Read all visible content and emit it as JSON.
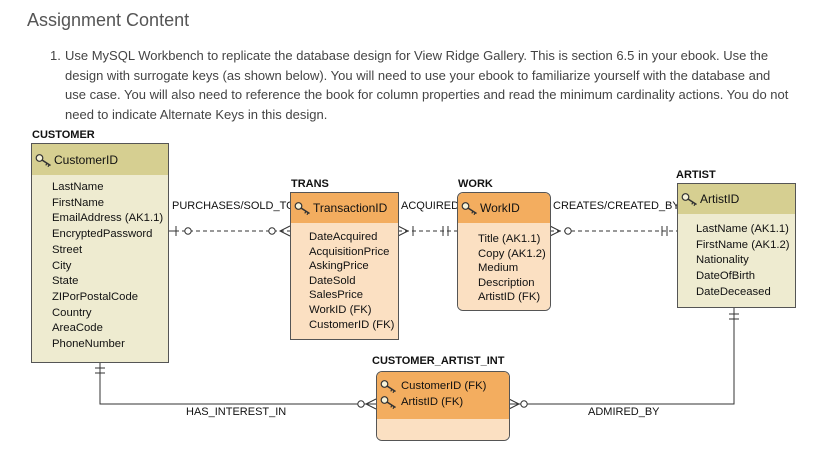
{
  "page": {
    "heading": "Assignment Content",
    "instruction_number": "1.",
    "instruction_text": "Use MySQL Workbench to replicate the database design for View Ridge Gallery. This is section 6.5 in your ebook. Use the design with surrogate keys (as shown below). You will need to use your ebook to familiarize yourself with the database and use case. You will also need to reference the book for column properties and read the minimum cardinality actions. You do not need to indicate Alternate Keys in this design."
  },
  "diagram": {
    "entities": {
      "customer": {
        "name": "CUSTOMER",
        "pk": "CustomerID",
        "attributes": [
          "LastName",
          "FirstName",
          "EmailAddress (AK1.1)",
          "EncryptedPassword",
          "Street",
          "City",
          "State",
          "ZIPorPostalCode",
          "Country",
          "AreaCode",
          "PhoneNumber"
        ]
      },
      "trans": {
        "name": "TRANS",
        "pk": "TransactionID",
        "attributes": [
          "DateAcquired",
          "AcquisitionPrice",
          "AskingPrice",
          "DateSold",
          "SalesPrice",
          "WorkID (FK)",
          "CustomerID (FK)"
        ]
      },
      "work": {
        "name": "WORK",
        "pk": "WorkID",
        "attributes": [
          "Title (AK1.1)",
          "Copy (AK1.2)",
          "Medium",
          "Description",
          "ArtistID (FK)"
        ]
      },
      "artist": {
        "name": "ARTIST",
        "pk": "ArtistID",
        "attributes": [
          "LastName (AK1.1)",
          "FirstName (AK1.2)",
          "Nationality",
          "DateOfBirth",
          "DateDeceased"
        ]
      },
      "customer_artist_int": {
        "name": "CUSTOMER_ARTIST_INT",
        "pk_lines": [
          "CustomerID (FK)",
          "ArtistID (FK)"
        ]
      }
    },
    "relationships": {
      "purchases_sold_to": "PURCHASES/SOLD_TO",
      "acquired": "ACQUIRED",
      "creates_created_by": "CREATES/CREATED_BY",
      "has_interest_in": "HAS_INTEREST_IN",
      "admired_by": "ADMIRED_BY"
    },
    "icons": {
      "primary_key": "key-icon"
    },
    "colors": {
      "strong_entity_header": "#d6cf91",
      "strong_entity_body": "#eeebd0",
      "weak_entity_header": "#f3ad5f",
      "weak_entity_body": "#fbe0c2",
      "line": "#333333"
    }
  }
}
